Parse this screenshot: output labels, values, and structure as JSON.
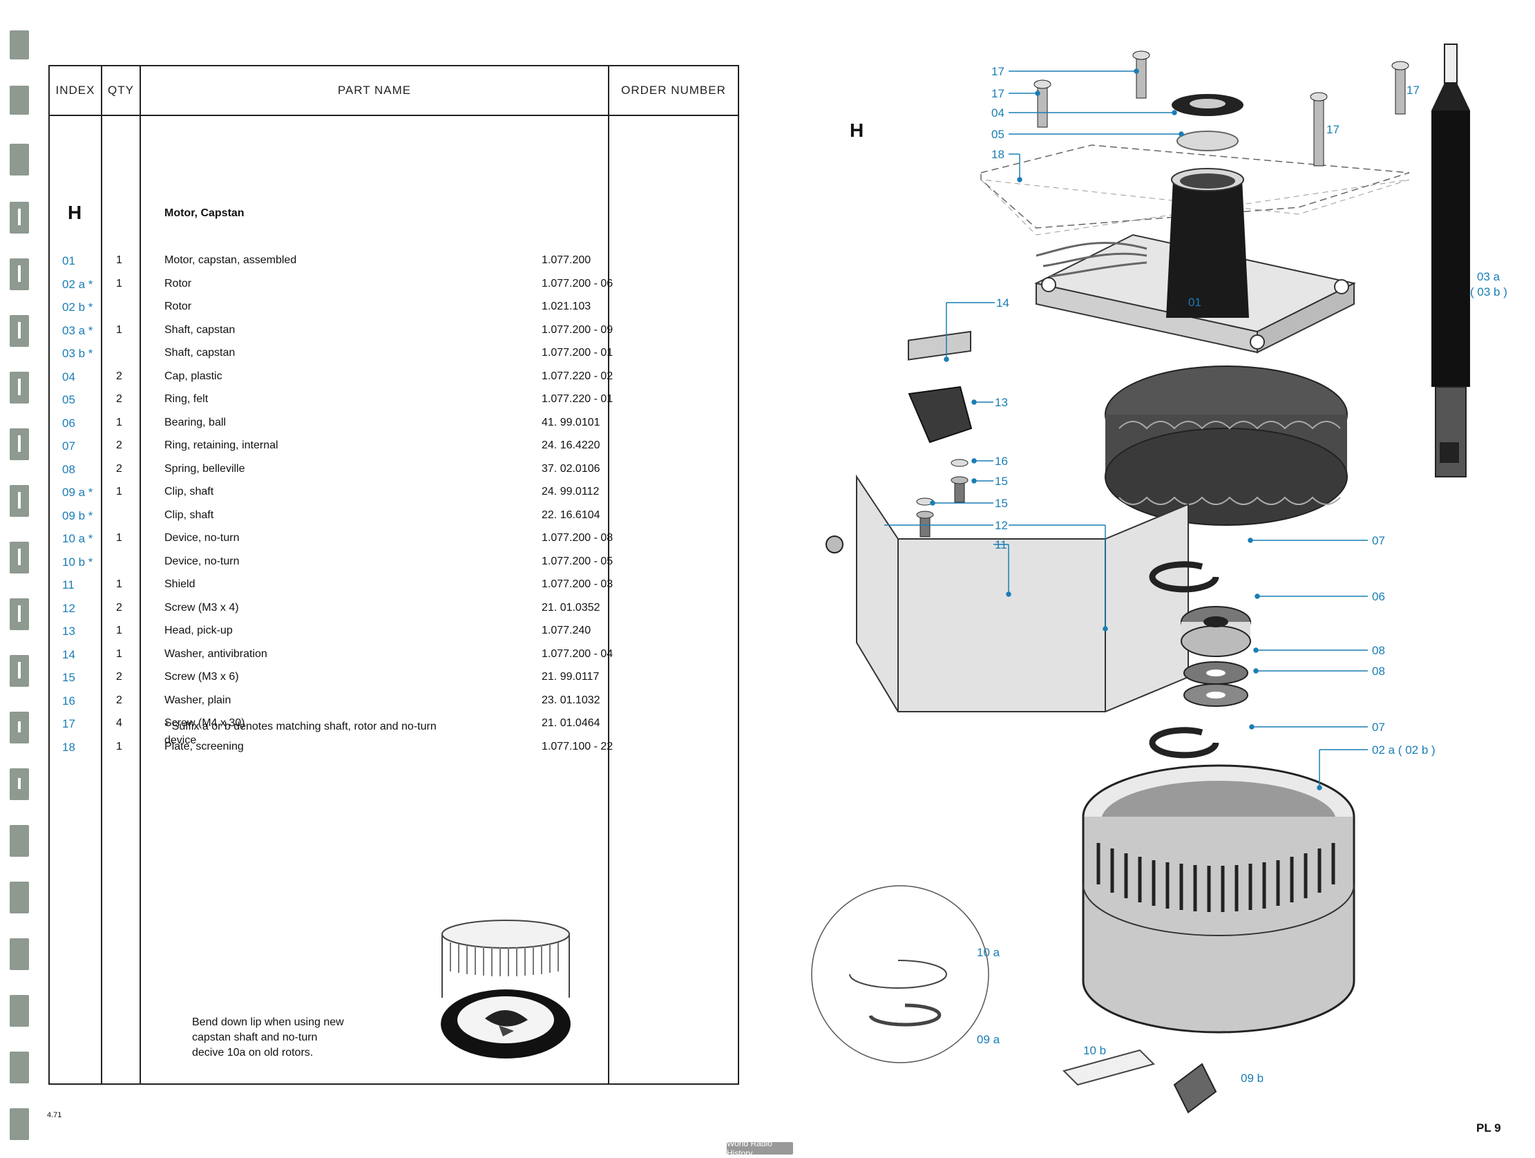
{
  "table": {
    "headers": {
      "index": "INDEX",
      "qty": "QTY",
      "part_name": "PART NAME",
      "order_number": "ORDER NUMBER"
    },
    "section_letter": "H",
    "section_title": "Motor, Capstan",
    "rows": [
      {
        "index": "01",
        "qty": "1",
        "name": "Motor, capstan, assembled",
        "order": "1.077.200"
      },
      {
        "index": "02 a *",
        "qty": "1",
        "name": "Rotor",
        "order": "1.077.200 - 06"
      },
      {
        "index": "02 b *",
        "qty": "",
        "name": "Rotor",
        "order": "1.021.103"
      },
      {
        "index": "03 a *",
        "qty": "1",
        "name": "Shaft, capstan",
        "order": "1.077.200 - 09"
      },
      {
        "index": "03 b *",
        "qty": "",
        "name": "Shaft, capstan",
        "order": "1.077.200 - 01"
      },
      {
        "index": "04",
        "qty": "2",
        "name": "Cap, plastic",
        "order": "1.077.220 - 02"
      },
      {
        "index": "05",
        "qty": "2",
        "name": "Ring, felt",
        "order": "1.077.220 - 01"
      },
      {
        "index": "06",
        "qty": "1",
        "name": "Bearing, ball",
        "order": "41.  99.0101"
      },
      {
        "index": "07",
        "qty": "2",
        "name": "Ring, retaining, internal",
        "order": "24.  16.4220"
      },
      {
        "index": "08",
        "qty": "2",
        "name": "Spring, belleville",
        "order": "37.  02.0106"
      },
      {
        "index": "09 a *",
        "qty": "1",
        "name": "Clip, shaft",
        "order": "24.  99.0112"
      },
      {
        "index": "09 b *",
        "qty": "",
        "name": "Clip, shaft",
        "order": "22.  16.6104"
      },
      {
        "index": "10 a *",
        "qty": "1",
        "name": "Device, no-turn",
        "order": "1.077.200 - 08"
      },
      {
        "index": "10 b *",
        "qty": "",
        "name": "Device, no-turn",
        "order": "1.077.200 - 05"
      },
      {
        "index": "11",
        "qty": "1",
        "name": "Shield",
        "order": "1.077.200 - 03"
      },
      {
        "index": "12",
        "qty": "2",
        "name": "Screw (M3 x 4)",
        "order": "21.  01.0352"
      },
      {
        "index": "13",
        "qty": "1",
        "name": "Head, pick-up",
        "order": "1.077.240"
      },
      {
        "index": "14",
        "qty": "1",
        "name": "Washer, antivibration",
        "order": "1.077.200 - 04"
      },
      {
        "index": "15",
        "qty": "2",
        "name": "Screw (M3 x 6)",
        "order": "21.  99.0117"
      },
      {
        "index": "16",
        "qty": "2",
        "name": "Washer, plain",
        "order": "23.  01.1032"
      },
      {
        "index": "17",
        "qty": "4",
        "name": "Screw (M4 x 30)",
        "order": "21.  01.0464"
      },
      {
        "index": "18",
        "qty": "1",
        "name": "Plate, screening",
        "order": "1.077.100 - 22"
      }
    ],
    "footnote": "* Suffix a or b denotes matching shaft, rotor and no-turn device",
    "bend_note": "Bend down lip when using new capstan shaft and no-turn decive 10a on old rotors."
  },
  "diagram": {
    "section_letter": "H",
    "callouts": {
      "c17a": "17",
      "c17b": "17",
      "c04": "04",
      "c05": "05",
      "c18": "18",
      "c17c": "17",
      "c17d": "17",
      "c01": "01",
      "c14": "14",
      "c13": "13",
      "c16": "16",
      "c15a": "15",
      "c15b": "15",
      "c12": "12",
      "c11": "11",
      "c07a": "07",
      "c06": "06",
      "c08a": "08",
      "c08b": "08",
      "c07b": "07",
      "c02": "02 a ( 02 b )",
      "c03a": "03 a",
      "c03b": "( 03 b )",
      "c10a": "10 a",
      "c09a": "09 a",
      "c10b": "10 b",
      "c09b": "09 b"
    }
  },
  "page_number": "4.71",
  "plate_number": "PL 9",
  "watermark": "World Radio History",
  "colors": {
    "callout_blue": "#1a7db5",
    "binder_gray": "#8e9990"
  }
}
